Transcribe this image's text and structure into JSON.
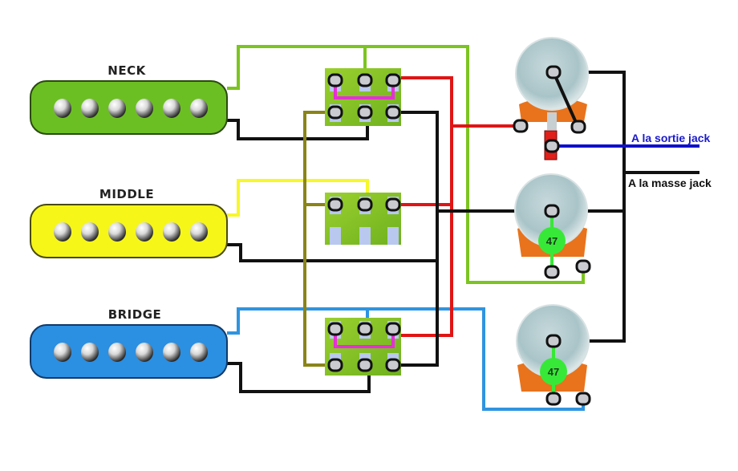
{
  "diagram": {
    "pickups": [
      {
        "id": "neck",
        "label": "NECK",
        "color": "#6cbf22"
      },
      {
        "id": "middle",
        "label": "MIDDLE",
        "color": "#f6f619"
      },
      {
        "id": "bridge",
        "label": "BRIDGE",
        "color": "#2b8fe2"
      }
    ],
    "switches": [
      {
        "id": "switch-neck",
        "jumper": true
      },
      {
        "id": "switch-middle",
        "jumper": false
      },
      {
        "id": "switch-bridge",
        "jumper": true
      }
    ],
    "pots": [
      {
        "id": "volume-pot",
        "value": ""
      },
      {
        "id": "tone-pot-1",
        "value": "47"
      },
      {
        "id": "tone-pot-2",
        "value": "47"
      }
    ],
    "labels": {
      "output_jack": "A la sortie jack",
      "ground_jack": "A la masse jack"
    },
    "wire_colors": {
      "neck_hot": "#7cc421",
      "middle_hot": "#f7f72a",
      "bridge_hot": "#2f94e0",
      "ground": "#111111",
      "signal": "#e01515",
      "jumper": "#e62fd6",
      "common": "#8a8418",
      "output": "#1010cc",
      "cap": "#38e838"
    }
  }
}
